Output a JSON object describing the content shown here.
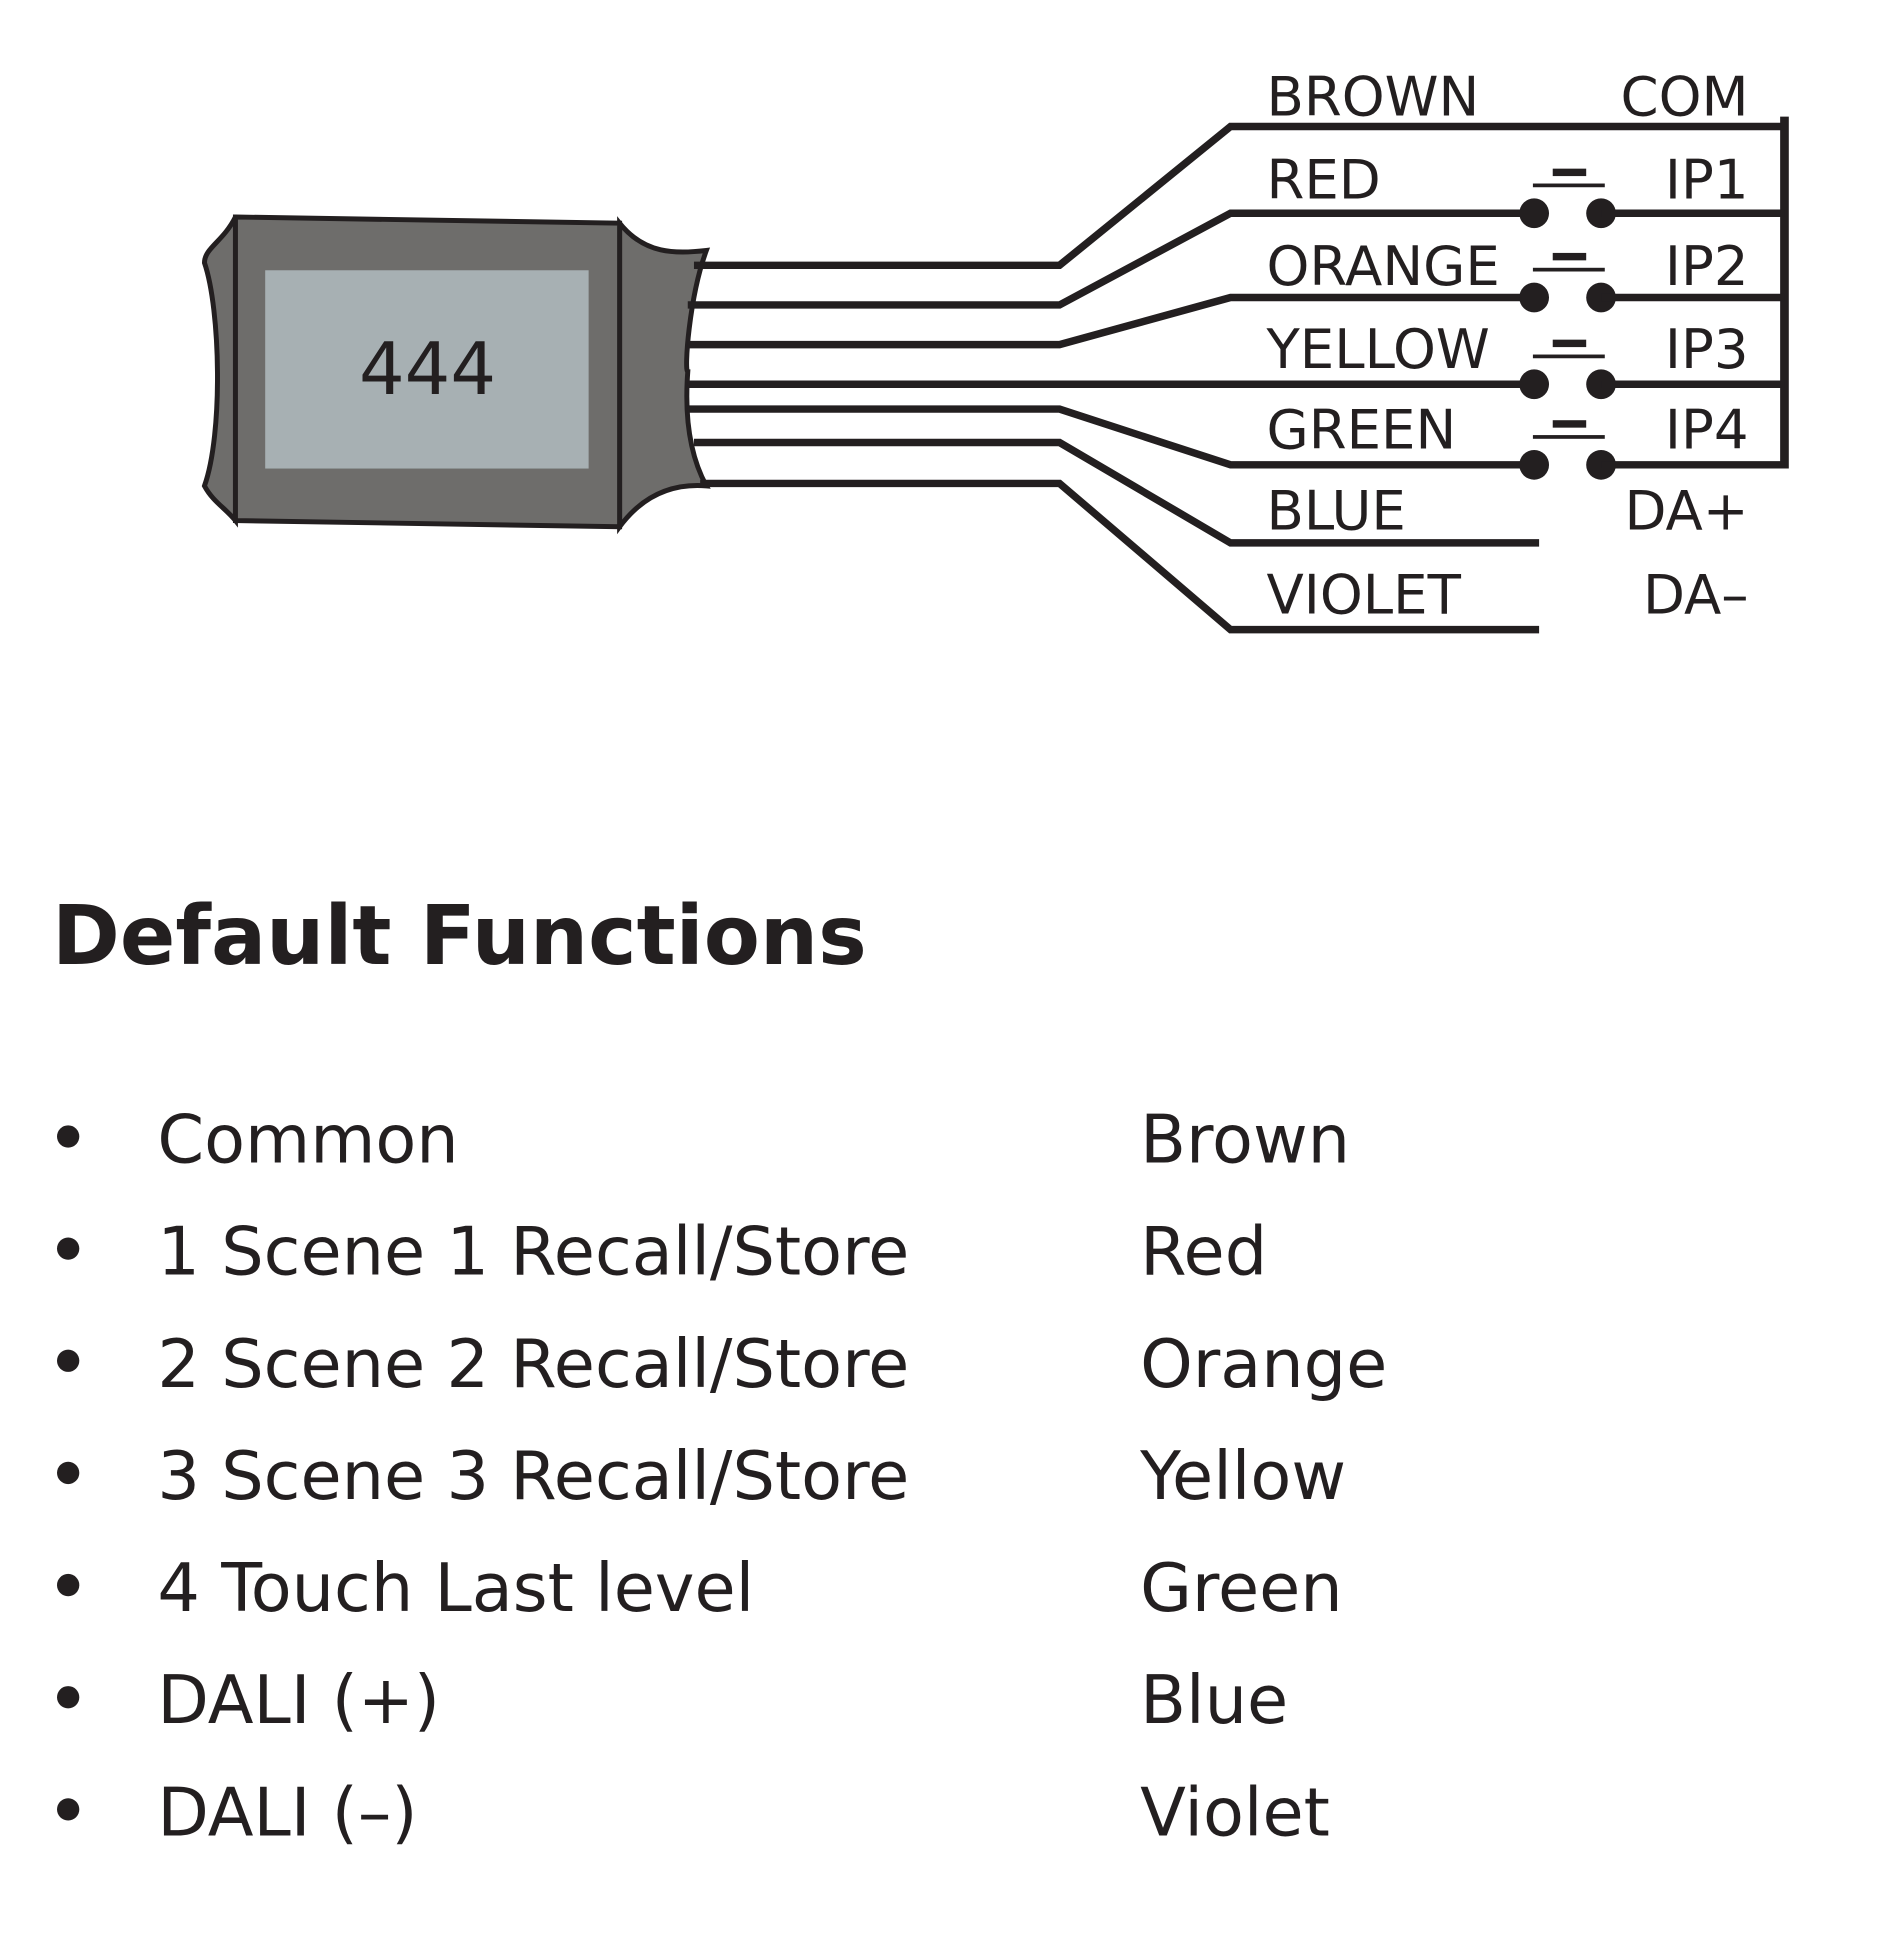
{
  "device": {
    "display_text": "444"
  },
  "wiring": [
    {
      "wire": "BROWN",
      "terminal": "COM",
      "switch": false
    },
    {
      "wire": "RED",
      "terminal": "IP1",
      "switch": true
    },
    {
      "wire": "ORANGE",
      "terminal": "IP2",
      "switch": true
    },
    {
      "wire": "YELLOW",
      "terminal": "IP3",
      "switch": true
    },
    {
      "wire": "GREEN",
      "terminal": "IP4",
      "switch": true
    },
    {
      "wire": "BLUE",
      "terminal": "DA+",
      "switch": false
    },
    {
      "wire": "VIOLET",
      "terminal": "DA–",
      "switch": false
    }
  ],
  "heading": "Default Functions",
  "functions": [
    {
      "function": "Common",
      "color": "Brown"
    },
    {
      "function": "1 Scene 1 Recall/Store",
      "color": "Red"
    },
    {
      "function": "2 Scene 2 Recall/Store",
      "color": "Orange"
    },
    {
      "function": "3 Scene 3 Recall/Store",
      "color": "Yellow"
    },
    {
      "function": "4 Touch Last level",
      "color": "Green"
    },
    {
      "function": "DALI (+)",
      "color": "Blue"
    },
    {
      "function": "DALI (–)",
      "color": "Violet"
    }
  ],
  "colors": {
    "ink": "#231f20",
    "device_body": "#6e6d6b",
    "device_screen": "#a7b0b3"
  }
}
